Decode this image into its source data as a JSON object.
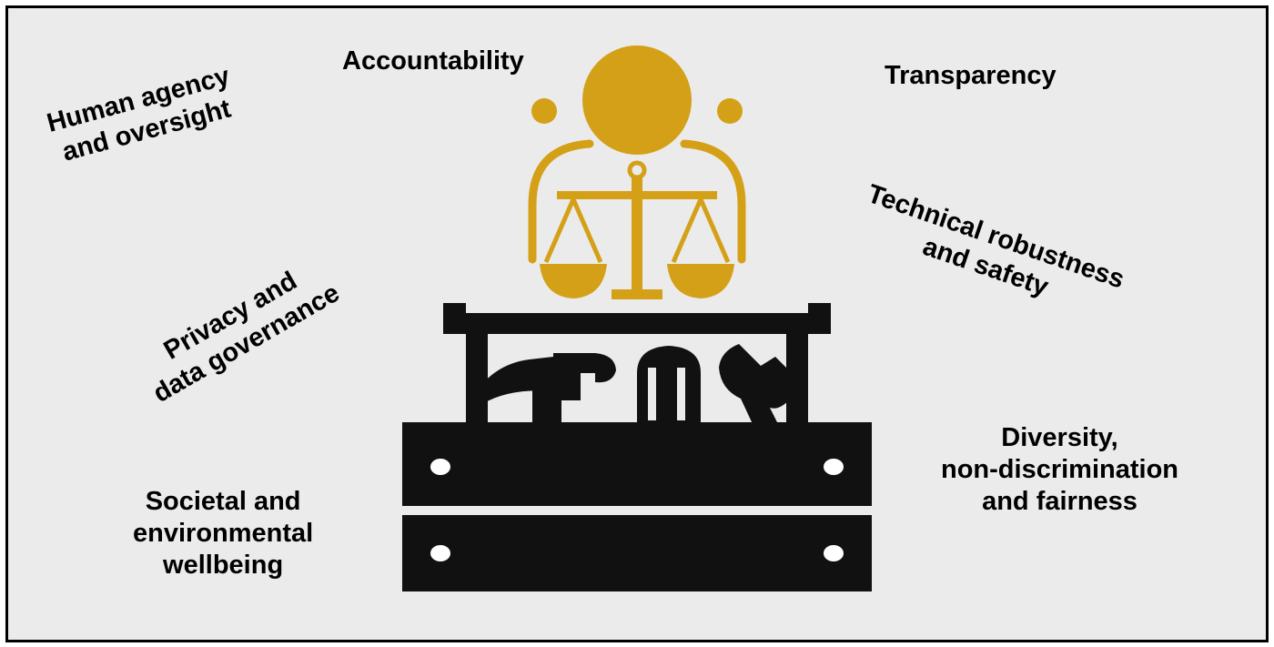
{
  "labels": {
    "accountability": "Accountability",
    "transparency": "Transparency",
    "human_agency": [
      "Human agency",
      "and oversight"
    ],
    "technical_robustness": [
      "Technical robustness",
      "and safety"
    ],
    "privacy": [
      "Privacy and",
      "data governance"
    ],
    "diversity": [
      "Diversity,",
      "non-discrimination",
      "and fairness"
    ],
    "societal": [
      "Societal and",
      "environmental",
      "wellbeing"
    ]
  },
  "colors": {
    "background": "#ebebeb",
    "border": "#000000",
    "figure_gold": "#d4a017",
    "toolbox_black": "#111111",
    "text": "#000000"
  },
  "icons": [
    "person-icon",
    "scales-of-justice-icon",
    "toolbox-icon",
    "hammer-icon",
    "screwdriver-icon",
    "wrench-icon"
  ]
}
